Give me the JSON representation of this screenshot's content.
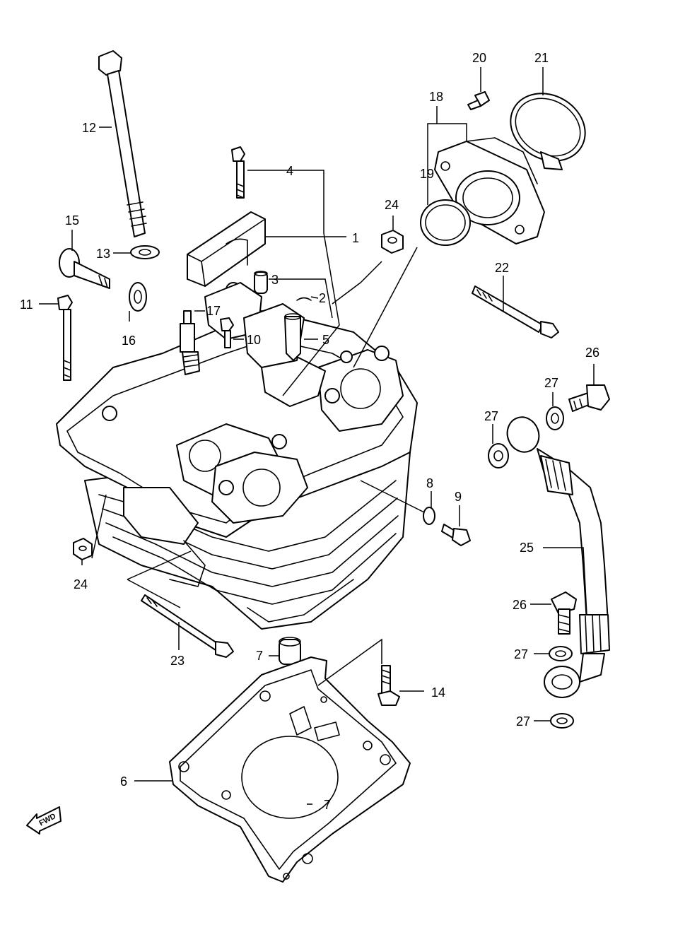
{
  "callouts": {
    "c1": "1",
    "c2": "2",
    "c3": "3",
    "c4": "4",
    "c5": "5",
    "c6": "6",
    "c7a": "7",
    "c7b": "7",
    "c8": "8",
    "c9": "9",
    "c10": "10",
    "c11": "11",
    "c12": "12",
    "c13": "13",
    "c14": "14",
    "c15": "15",
    "c16": "16",
    "c17": "17",
    "c18": "18",
    "c19": "19",
    "c20": "20",
    "c21": "21",
    "c22": "22",
    "c23": "23",
    "c24a": "24",
    "c24b": "24",
    "c25": "25",
    "c26a": "26",
    "c26b": "26",
    "c27a": "27",
    "c27b": "27",
    "c27c": "27",
    "c27d": "27"
  },
  "fwd_label": "FWD",
  "colors": {
    "line": "#000000",
    "background": "#ffffff"
  }
}
